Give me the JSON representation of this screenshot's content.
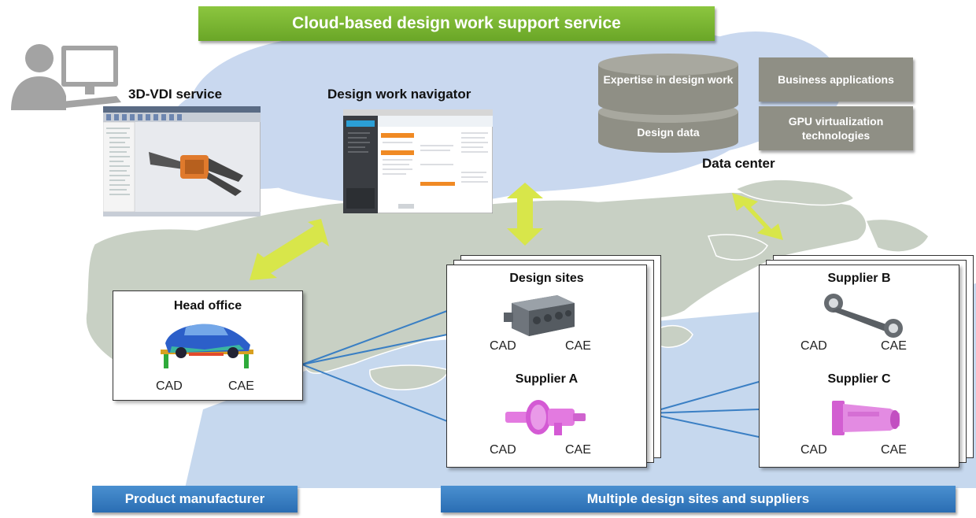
{
  "header": {
    "title": "Cloud-based design work support service"
  },
  "cloud": {
    "vdi_label": "3D-VDI service",
    "navigator_label": "Design work navigator",
    "datacenter_label": "Data center",
    "db_top": "Expertise in design work",
    "db_bottom": "Design data",
    "box_apps": "Business applications",
    "box_gpu": "GPU virtualization technologies"
  },
  "sites": {
    "head_office": {
      "title": "Head office",
      "cad": "CAD",
      "cae": "CAE"
    },
    "design_sites": {
      "title": "Design sites",
      "cad": "CAD",
      "cae": "CAE"
    },
    "supplier_a": {
      "title": "Supplier A",
      "cad": "CAD",
      "cae": "CAE"
    },
    "supplier_b": {
      "title": "Supplier B",
      "cad": "CAD",
      "cae": "CAE"
    },
    "supplier_c": {
      "title": "Supplier C",
      "cad": "CAD",
      "cae": "CAE"
    }
  },
  "footer": {
    "left": "Product manufacturer",
    "right": "Multiple design sites and suppliers"
  },
  "colors": {
    "accent_green": "#7ab833",
    "accent_blue": "#3a7fc4",
    "cloud": "#c9d8ef",
    "arrow": "#d8e64a",
    "map": "#c9d2c6",
    "db_gray": "#8f8f85"
  }
}
